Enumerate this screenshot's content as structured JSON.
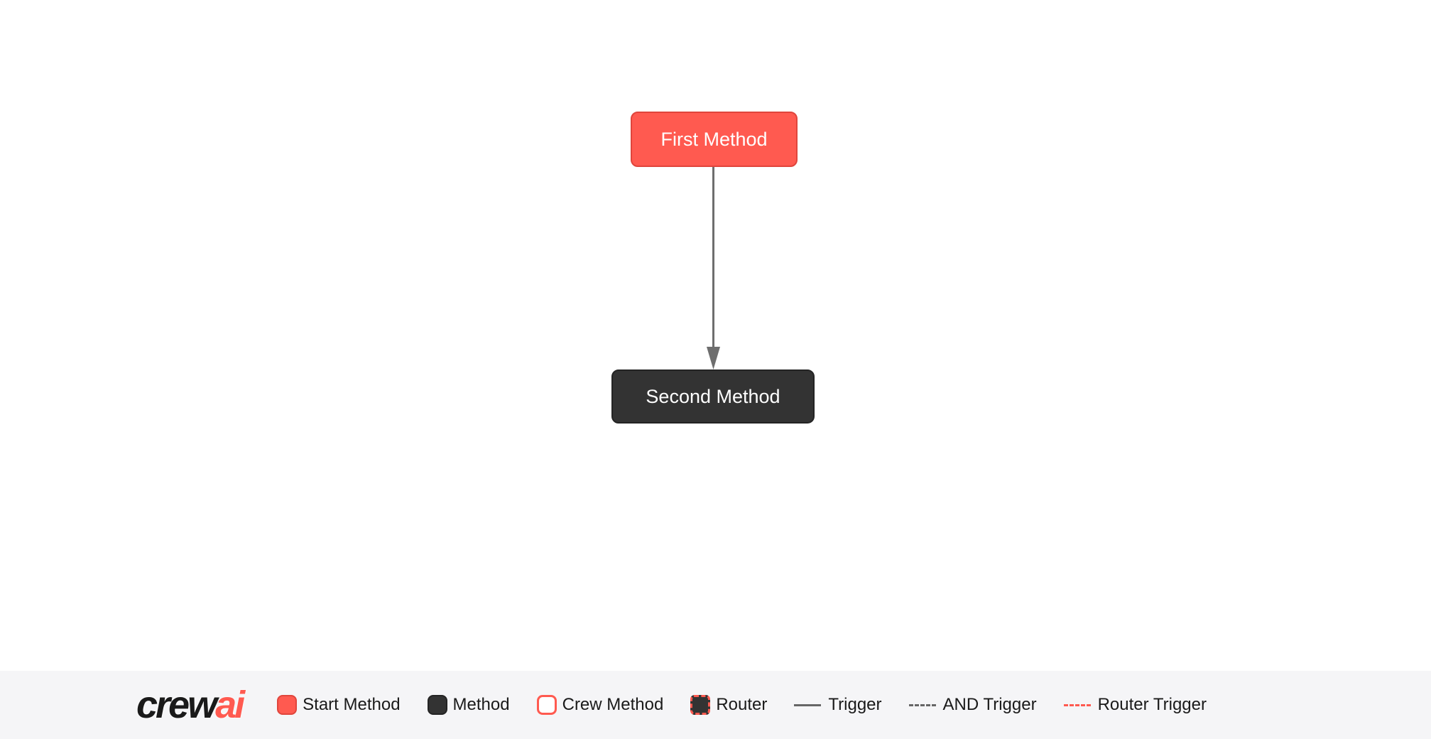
{
  "flow": {
    "nodes": [
      {
        "id": "first_method",
        "label": "First Method",
        "type": "start"
      },
      {
        "id": "second_method",
        "label": "Second Method",
        "type": "method"
      }
    ],
    "edges": [
      {
        "from": "first_method",
        "to": "second_method",
        "type": "trigger"
      }
    ]
  },
  "legend": {
    "logo": {
      "crew": "crew",
      "ai": "ai"
    },
    "items": [
      {
        "label": "Start Method",
        "swatch": "start-method-swatch"
      },
      {
        "label": "Method",
        "swatch": "method-swatch"
      },
      {
        "label": "Crew Method",
        "swatch": "crew-method-swatch"
      },
      {
        "label": "Router",
        "swatch": "router-swatch"
      },
      {
        "label": "Trigger",
        "swatch": "trigger-line"
      },
      {
        "label": "AND Trigger",
        "swatch": "and-trigger-line"
      },
      {
        "label": "Router Trigger",
        "swatch": "router-trigger-line"
      }
    ]
  },
  "colors": {
    "start_method": "#FF5A50",
    "start_method_border": "#E0453C",
    "method": "#333333",
    "method_border": "#242424",
    "edge": "#6E6E6E",
    "footer_background": "#F5F5F7",
    "canvas_background": "#FFFFFF"
  }
}
